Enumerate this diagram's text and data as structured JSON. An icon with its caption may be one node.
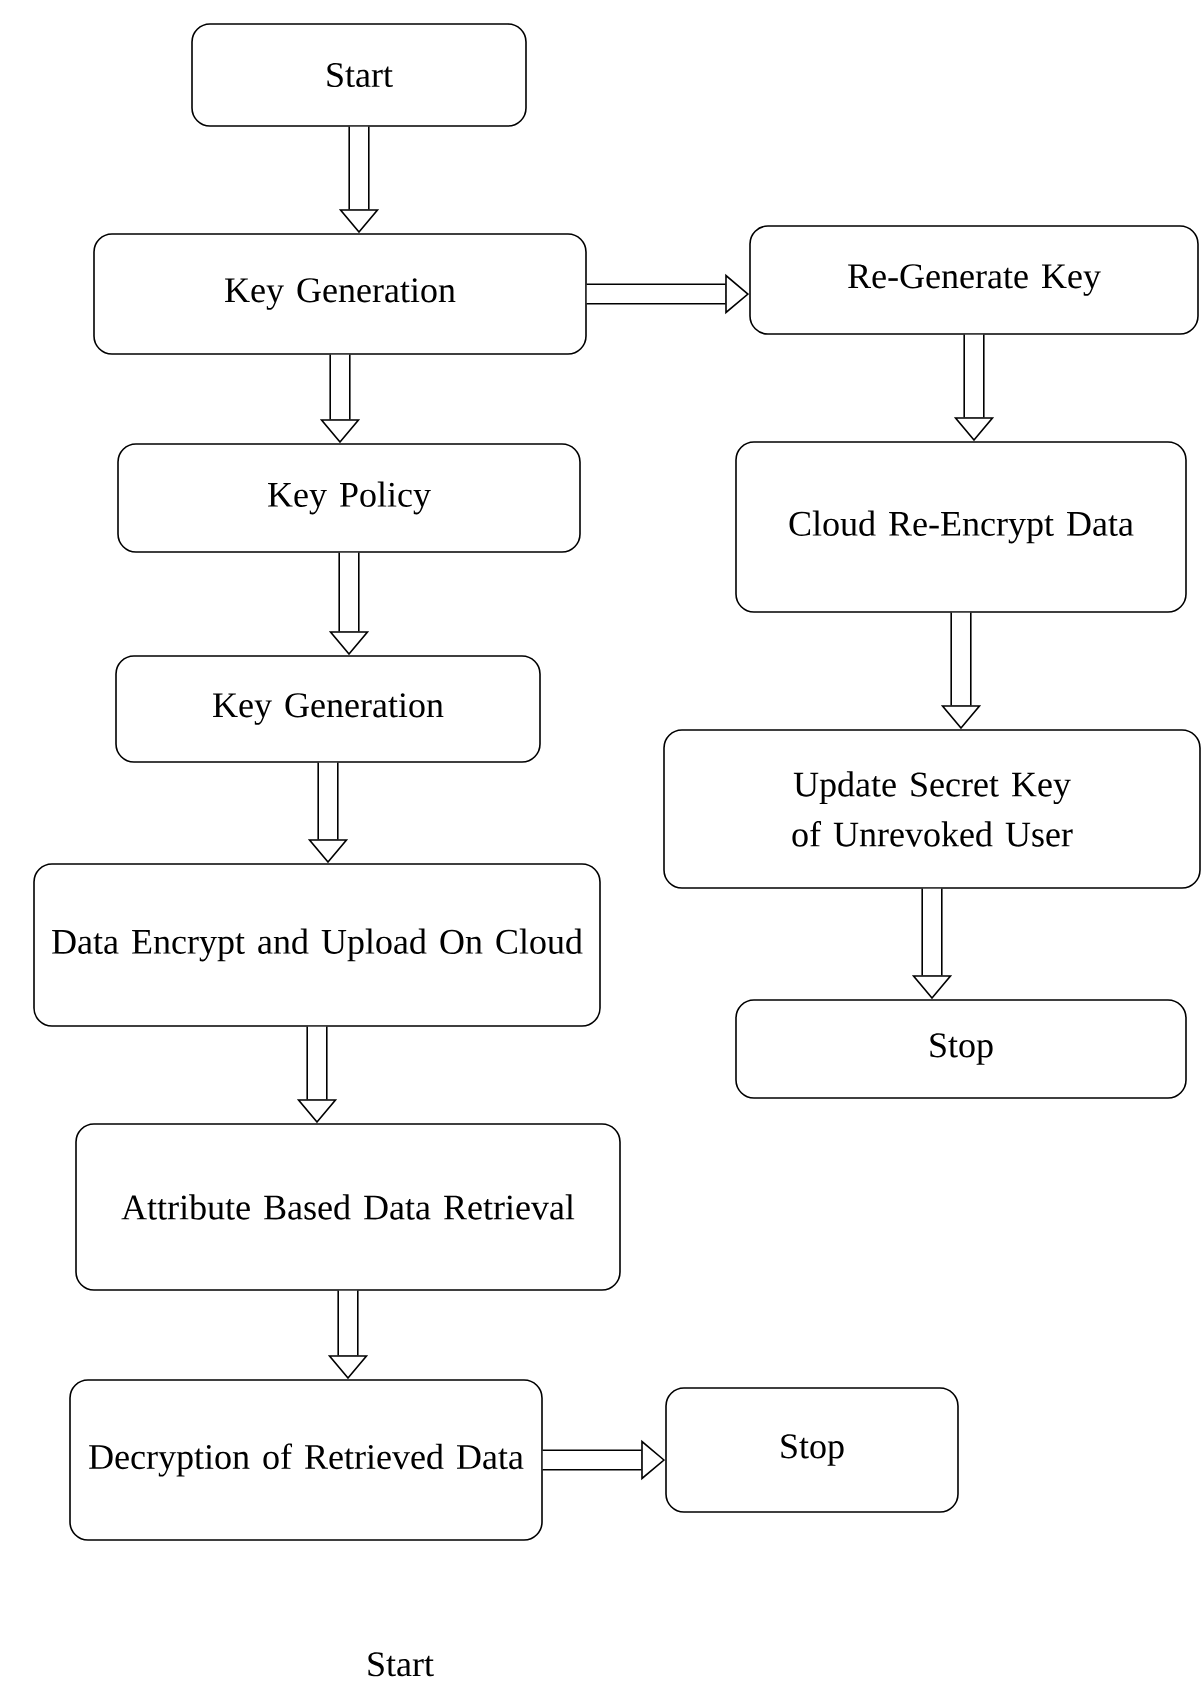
{
  "diagram": {
    "nodes": [
      {
        "text": [
          "Start"
        ]
      },
      {
        "text": [
          "Key Generation"
        ]
      },
      {
        "text": [
          "Key Policy"
        ]
      },
      {
        "text": [
          "Key Generation"
        ]
      },
      {
        "text": [
          "Data Encrypt and Upload On Cloud"
        ]
      },
      {
        "text": [
          "Attribute Based Data Retrieval"
        ]
      },
      {
        "text": [
          "Decryption of Retrieved Data"
        ]
      },
      {
        "text": [
          "Stop"
        ]
      },
      {
        "text": [
          "Re-Generate Key"
        ]
      },
      {
        "text": [
          "Cloud Re-Encrypt Data"
        ]
      },
      {
        "text": [
          "Update Secret Key of Unrevoked User"
        ]
      },
      {
        "text": [
          "Stop"
        ]
      }
    ],
    "edges": [
      {
        "from": 0,
        "to": 1,
        "arrow": "to"
      },
      {
        "from": 1,
        "to": 2,
        "arrow": "to"
      },
      {
        "from": 2,
        "to": 3,
        "arrow": "to"
      },
      {
        "from": 3,
        "to": 4,
        "arrow": "to"
      },
      {
        "from": 4,
        "to": 5,
        "arrow": "to"
      },
      {
        "from": 5,
        "to": 6,
        "arrow": "to"
      },
      {
        "from": 6,
        "to": 7,
        "arrow": "to"
      },
      {
        "from": 1,
        "to": 8,
        "arrow": "to"
      },
      {
        "from": 8,
        "to": 9,
        "arrow": "to"
      },
      {
        "from": 9,
        "to": 10,
        "arrow": "to"
      },
      {
        "from": 10,
        "to": 11,
        "arrow": "to"
      }
    ],
    "labels": [
      "Start"
    ]
  }
}
